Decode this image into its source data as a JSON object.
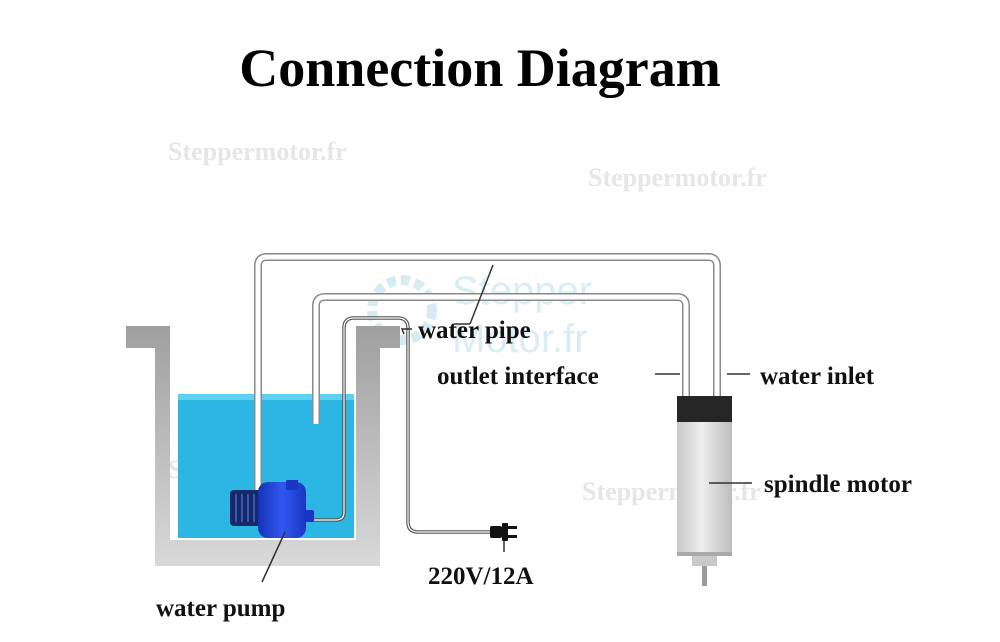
{
  "title": "Connection Diagram",
  "labels": {
    "water_pipe": "water pipe",
    "outlet_interface": "outlet interface",
    "water_inlet": "water inlet",
    "spindle_motor": "spindle motor",
    "power": "220V/12A",
    "water_pump": "water pump"
  },
  "watermarks": {
    "small": "Steppermotor.fr",
    "logo_line1": "Stepper",
    "logo_line2": "Motor.fr"
  },
  "colors": {
    "water": "#2bb6e4",
    "pump": "#1e3fd6",
    "tank": "#b5b5b5",
    "spindle_cap": "#262626",
    "spindle_body": "#dcdcdc"
  }
}
